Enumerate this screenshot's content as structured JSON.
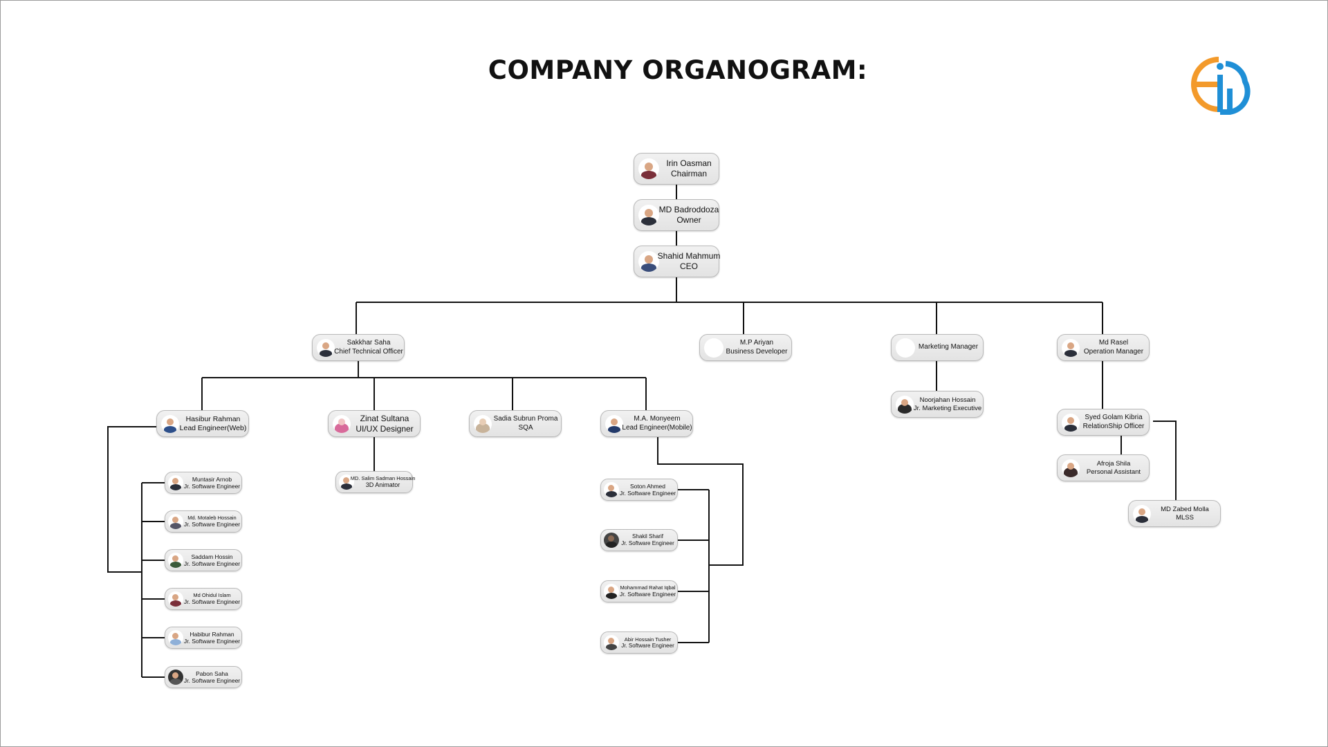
{
  "title": "COMPANY ORGANOGRAM:",
  "logo": {
    "icon": "eia-logo",
    "colors": {
      "orange": "#f39a2b",
      "blue": "#1f8fd6"
    }
  },
  "colors": {
    "line": "#111111",
    "node_fill": "#e8e8e8",
    "node_border": "#b9b9b9"
  },
  "nodes": {
    "chairman": {
      "name": "Irin Oasman",
      "role": "Chairman"
    },
    "owner": {
      "name": "MD Badroddoza",
      "role": "Owner"
    },
    "ceo": {
      "name": "Shahid Mahmum",
      "role": "CEO"
    },
    "cto": {
      "name": "Sakkhar Saha",
      "role": "Chief Technical Officer"
    },
    "bizdev": {
      "name": "M.P Ariyan",
      "role": "Business Developer"
    },
    "marketing": {
      "name": "Marketing Manager",
      "role": ""
    },
    "opsmgr": {
      "name": "Md Rasel",
      "role": "Operation Manager"
    },
    "lead_web": {
      "name": "Hasibur Rahman",
      "role": "Lead Engineer(Web)"
    },
    "uiux": {
      "name": "Zinat Sultana",
      "role": "UI/UX Designer"
    },
    "sqa": {
      "name": "Sadia Subrun  Proma",
      "role": "SQA"
    },
    "lead_mobile": {
      "name": "M.A. Monyeem",
      "role": "Lead Engineer(Mobile)"
    },
    "jr_marketing": {
      "name": "Noorjahan Hossain",
      "role": "Jr. Marketing Executive"
    },
    "rel_officer": {
      "name": "Syed Golam Kibria",
      "role": "RelationShip Officer"
    },
    "pa": {
      "name": "Afroja Shila",
      "role": "Personal Assistant"
    },
    "mlss": {
      "name": "MD Zabed Molla",
      "role": "MLSS"
    },
    "animator": {
      "name": "MD. Salim Sadman Hossain",
      "role": "3D Animator"
    },
    "web1": {
      "name": "Muntasir Arnob",
      "role": "Jr. Software Engineer"
    },
    "web2": {
      "name": "Md. Motaleb Hossain",
      "role": "Jr. Software Engineer"
    },
    "web3": {
      "name": "Saddam Hossin",
      "role": "Jr. Software Engineer"
    },
    "web4": {
      "name": "Md Ohidul Islam",
      "role": "Jr. Software Engineer"
    },
    "web5": {
      "name": "Habibur Rahman",
      "role": "Jr. Software Engineer"
    },
    "web6": {
      "name": "Pabon Saha",
      "role": "Jr. Software Engineer"
    },
    "mob1": {
      "name": "Soton Ahmed",
      "role": "Jr. Software Engineer"
    },
    "mob2": {
      "name": "Shakil Sharif",
      "role": "Jr. Software Engineer"
    },
    "mob3": {
      "name": "Mohammad Rahat Iqbal",
      "role": "Jr. Software Engineer"
    },
    "mob4": {
      "name": "Abir Hossain Tusher",
      "role": "Jr. Software Engineer"
    }
  }
}
